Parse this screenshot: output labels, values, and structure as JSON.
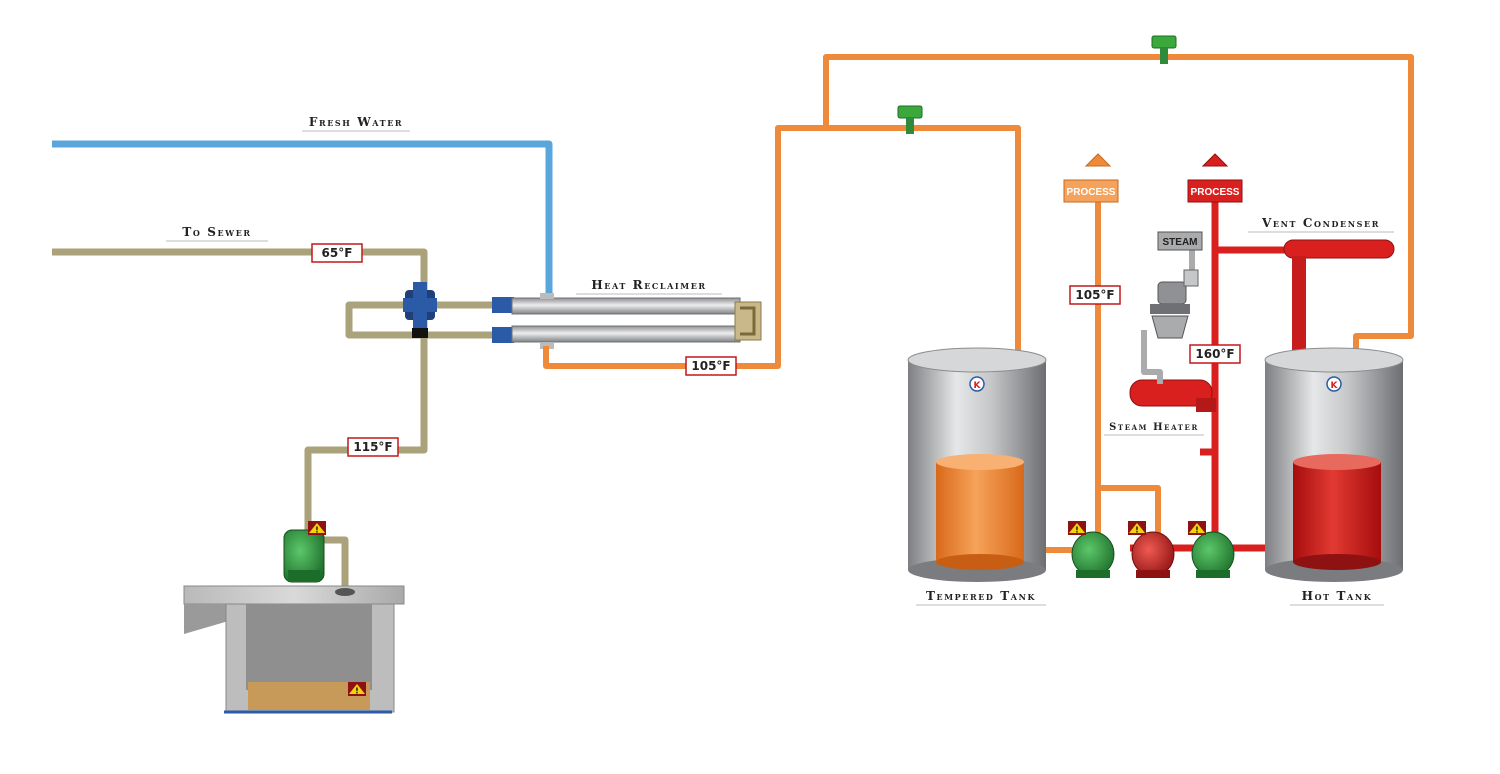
{
  "labels": {
    "fresh_water": "Fresh Water",
    "to_sewer": "To Sewer",
    "heat_reclaimer": "Heat Reclaimer",
    "vent_condenser": "Vent Condenser",
    "steam": "STEAM",
    "steam_heater": "Steam Heater",
    "tempered_tank": "Tempered Tank",
    "hot_tank": "Hot Tank"
  },
  "process_tags": {
    "orange": "PROCESS",
    "red": "PROCESS"
  },
  "temperatures": {
    "to_sewer": "65°F",
    "sump_line": "115°F",
    "reclaimer_out": "105°F",
    "process_orange": "105°F",
    "steam_heater": "160°F"
  },
  "tank_logo": "K",
  "warning_glyph": "!",
  "colors": {
    "fresh_water": "#5aa6dc",
    "drain": "#a9a27a",
    "tempered": "#ef8a3a",
    "hot": "#d9201f",
    "pump_green": "#2f8a3a",
    "valve_green": "#3aa83a",
    "steel": "#a9abad"
  }
}
